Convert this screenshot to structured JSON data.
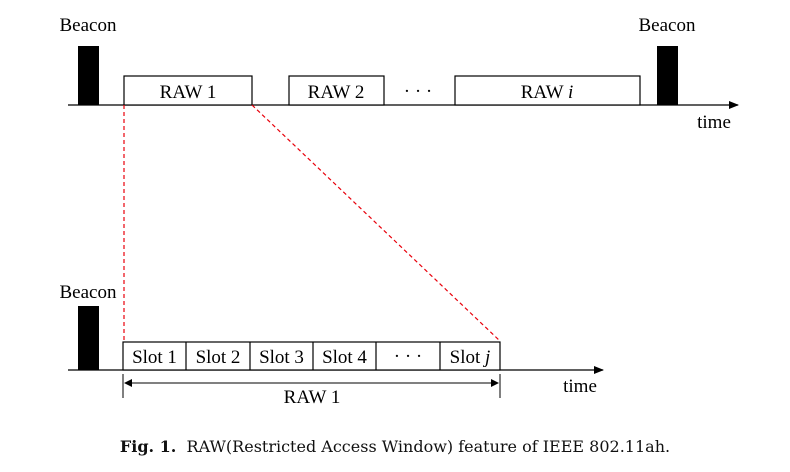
{
  "top": {
    "beacon_left_label": "Beacon",
    "beacon_right_label": "Beacon",
    "raw_boxes": [
      {
        "text": "RAW 1",
        "var": ""
      },
      {
        "text": "RAW 2",
        "var": ""
      },
      {
        "text": "RAW ",
        "var": "i"
      }
    ],
    "ellipsis": "· · ·",
    "axis_label": "time"
  },
  "bottom": {
    "beacon_label": "Beacon",
    "slots": [
      {
        "text": "Slot 1",
        "var": ""
      },
      {
        "text": "Slot 2",
        "var": ""
      },
      {
        "text": "Slot 3",
        "var": ""
      },
      {
        "text": "Slot 4",
        "var": ""
      },
      {
        "text": "· · ·",
        "var": ""
      },
      {
        "text": "Slot ",
        "var": "j"
      }
    ],
    "span_label": "RAW 1",
    "axis_label": "time"
  },
  "caption": {
    "prefix": "Fig. 1.",
    "text": "RAW(Restricted Access Window) feature of IEEE 802.11ah."
  },
  "colors": {
    "beacon": "#000000",
    "zoom_lines": "#e8000b",
    "axis": "#000000"
  }
}
